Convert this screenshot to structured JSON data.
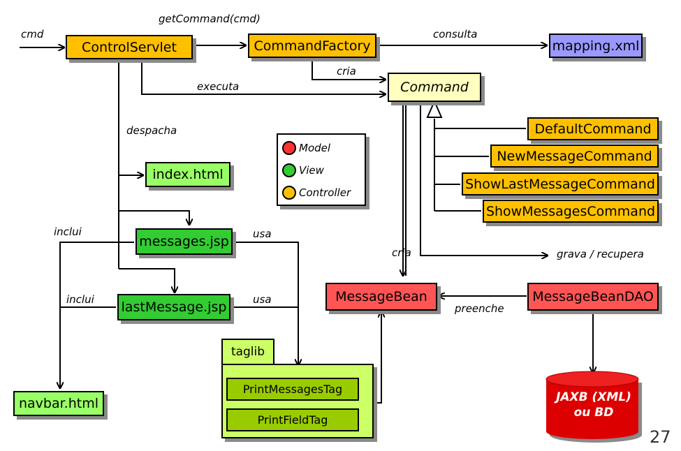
{
  "boxes": {
    "control_servlet": "ControlServlet",
    "command_factory": "CommandFactory",
    "mapping_xml": "mapping.xml",
    "command": "Command",
    "default_command": "DefaultCommand",
    "new_message_command": "NewMessageCommand",
    "show_last_message_command": "ShowLastMessageCommand",
    "show_messages_command": "ShowMessagesCommand",
    "index_html": "index.html",
    "messages_jsp": "messages.jsp",
    "last_message_jsp": "lastMessage.jsp",
    "navbar_html": "navbar.html",
    "message_bean": "MessageBean",
    "message_bean_dao": "MessageBeanDAO",
    "taglib": "taglib",
    "print_messages_tag": "PrintMessagesTag",
    "print_field_tag": "PrintFieldTag",
    "db_line1": "JAXB (XML)",
    "db_line2": "ou BD"
  },
  "labels": {
    "cmd": "cmd",
    "get_command": "getCommand(cmd)",
    "consulta": "consulta",
    "cria_factory": "cria",
    "executa": "executa",
    "despacha": "despacha",
    "inclui_1": "inclui",
    "inclui_2": "inclui",
    "usa_1": "usa",
    "usa_2": "usa",
    "cria_bean": "cria",
    "grava_recupera": "grava / recupera",
    "preenche": "preenche"
  },
  "legend": [
    {
      "label": "Model",
      "color": "#ff3333"
    },
    {
      "label": "View",
      "color": "#33cc33"
    },
    {
      "label": "Controller",
      "color": "#ffc000"
    }
  ],
  "page_number": "27",
  "colors": {
    "controller": "#ffc000",
    "model": "#ff5555",
    "view_light": "#99ff66",
    "view_dark": "#33cc33",
    "config": "#9999ff",
    "abstract": "#ffffc0",
    "taglib": "#ccff66",
    "tag": "#99cc00",
    "database": "#dd0000"
  }
}
